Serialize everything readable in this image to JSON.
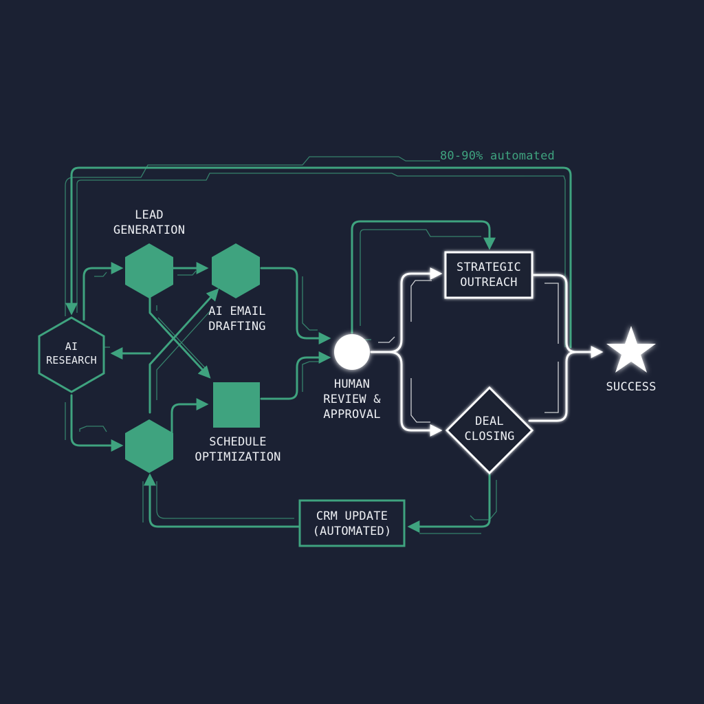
{
  "annotation": "80-90% automated",
  "nodes": {
    "ai_research": "AI\nRESEARCH",
    "lead_generation": "LEAD\nGENERATION",
    "ai_email_drafting": "AI EMAIL\nDRAFTING",
    "schedule_optimization": "SCHEDULE\nOPTIMIZATION",
    "human_review": "HUMAN\nREVIEW &\nAPPROVAL",
    "strategic_outreach": "STRATEGIC\nOUTREACH",
    "deal_closing": "DEAL\nCLOSING",
    "crm_update": "CRM UPDATE\n(AUTOMATED)",
    "success": "SUCCESS"
  },
  "colors": {
    "background": "#1b2133",
    "automated_green": "#3fa37f",
    "human_white": "#ffffff",
    "text": "#eef0f4"
  }
}
